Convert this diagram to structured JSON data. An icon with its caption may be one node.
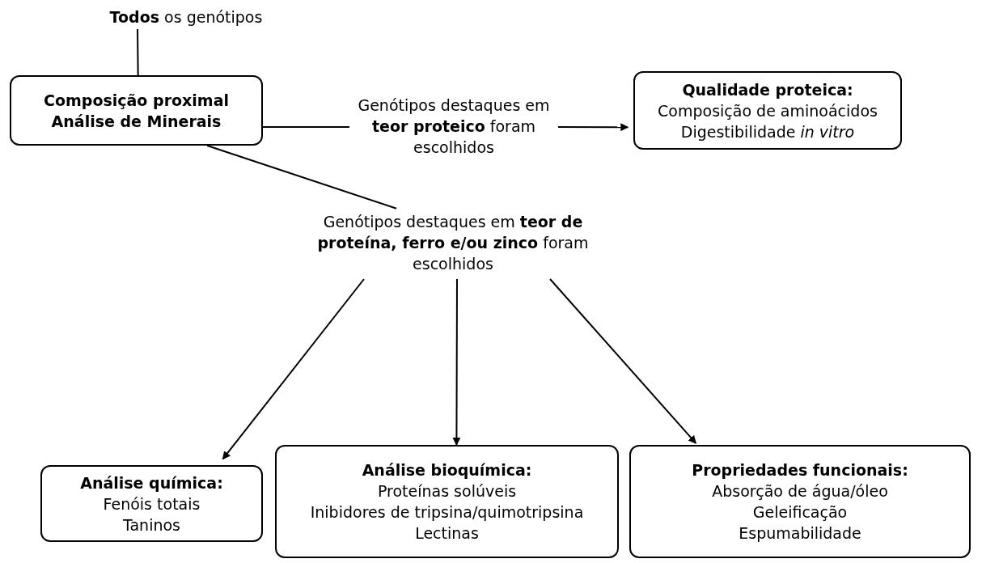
{
  "diagram": {
    "nodes": [
      {
        "text": [
          "**Todos** os genótipos"
        ]
      },
      {
        "text": [
          "Composição proximal",
          "Análise de Minerais"
        ]
      },
      {
        "text": [
          "Genótipos destaques em **teor proteico** foram escolhidos"
        ]
      },
      {
        "text": [
          "Qualidade proteica:",
          "Composição de aminoácidos",
          "Digestibilidade *in vitro*"
        ]
      },
      {
        "text": [
          "Genótipos destaques em **teor de proteína, ferro e/ou zinco** foram escolhidos"
        ]
      },
      {
        "text": [
          "Análise química:",
          "Fenóis totais",
          "Taninos"
        ]
      },
      {
        "text": [
          "Análise bioquímica:",
          "Proteínas solúveis",
          "Inibidores de tripsina/quimotripsina",
          "Lectinas"
        ]
      },
      {
        "text": [
          "Propriedades funcionais:",
          "Absorção de água/óleo",
          "Geleificação",
          "Espumabilidade"
        ]
      }
    ],
    "edges": [
      {
        "from": 0,
        "to": 1,
        "arrow": "none"
      },
      {
        "from": 1,
        "to": 2,
        "arrow": "none"
      },
      {
        "from": 2,
        "to": 3,
        "arrow": "to"
      },
      {
        "from": 1,
        "to": 4,
        "arrow": "none"
      },
      {
        "from": 4,
        "to": 5,
        "arrow": "to"
      },
      {
        "from": 4,
        "to": 6,
        "arrow": "to"
      },
      {
        "from": 4,
        "to": 7,
        "arrow": "to"
      }
    ]
  }
}
